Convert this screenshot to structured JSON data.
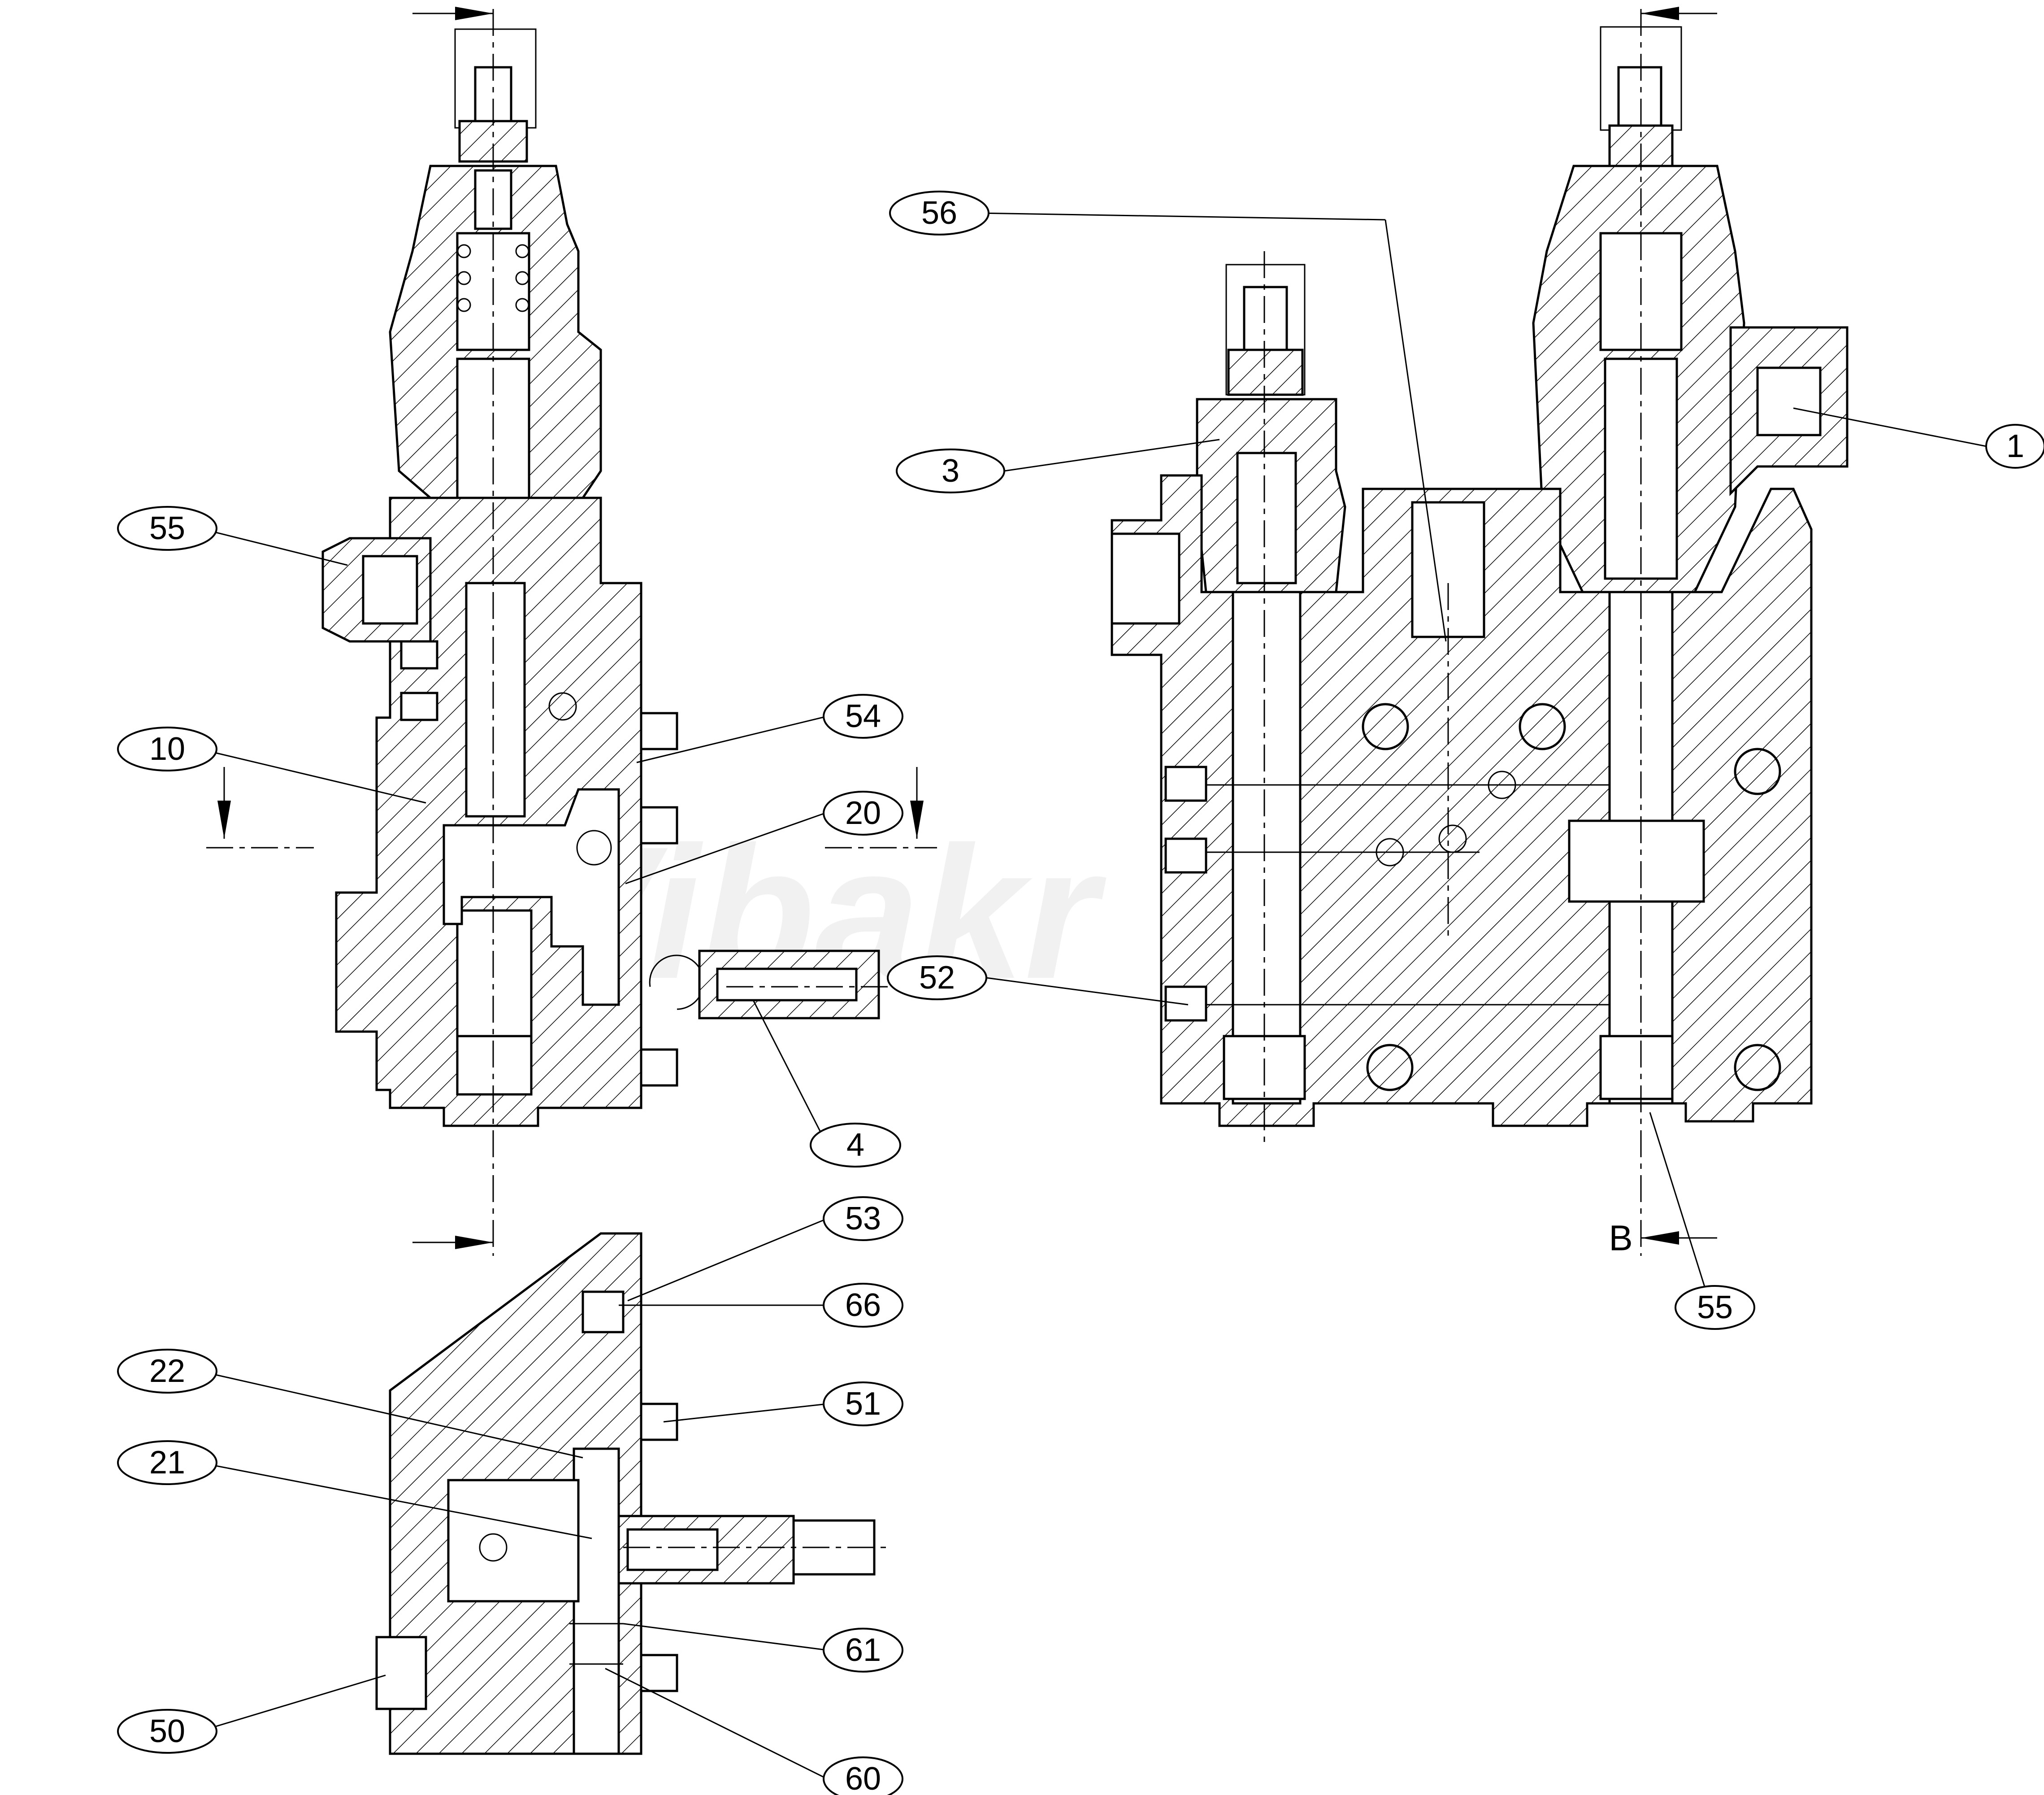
{
  "drawing": {
    "watermark_text": "Vibakr",
    "section_marker": "B",
    "callouts": [
      {
        "id": "callout-1",
        "label": "1"
      },
      {
        "id": "callout-3",
        "label": "3"
      },
      {
        "id": "callout-4",
        "label": "4"
      },
      {
        "id": "callout-10",
        "label": "10"
      },
      {
        "id": "callout-20",
        "label": "20"
      },
      {
        "id": "callout-21",
        "label": "21"
      },
      {
        "id": "callout-22",
        "label": "22"
      },
      {
        "id": "callout-50",
        "label": "50"
      },
      {
        "id": "callout-51",
        "label": "51"
      },
      {
        "id": "callout-52",
        "label": "52"
      },
      {
        "id": "callout-53",
        "label": "53"
      },
      {
        "id": "callout-54",
        "label": "54"
      },
      {
        "id": "callout-55-left",
        "label": "55"
      },
      {
        "id": "callout-55-right",
        "label": "55"
      },
      {
        "id": "callout-56",
        "label": "56"
      },
      {
        "id": "callout-60",
        "label": "60"
      },
      {
        "id": "callout-61",
        "label": "61"
      },
      {
        "id": "callout-66",
        "label": "66"
      }
    ]
  }
}
